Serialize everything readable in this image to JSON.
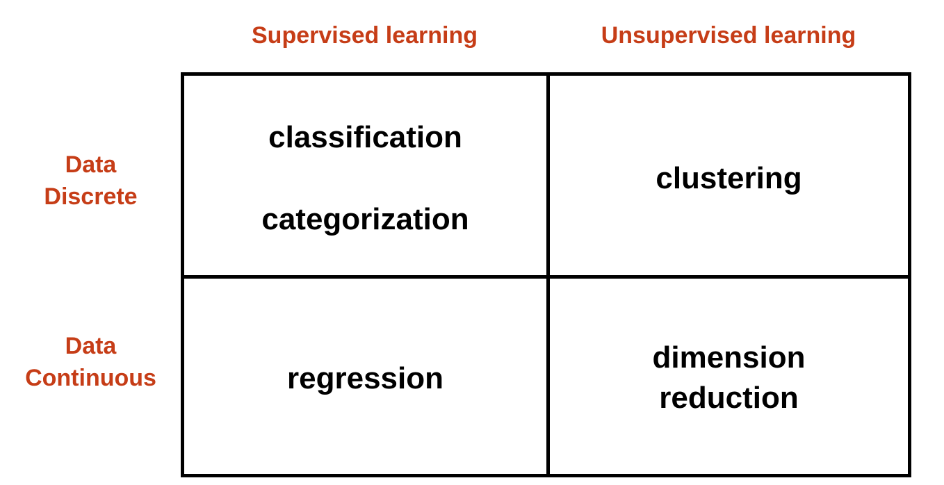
{
  "colors": {
    "header_accent": "#c63d17",
    "cell_text": "#000000",
    "grid_line": "#000000",
    "background": "#ffffff"
  },
  "columns": {
    "supervised": "Supervised learning",
    "unsupervised": "Unsupervised learning"
  },
  "rows": {
    "discrete": [
      "Data",
      "Discrete"
    ],
    "continuous": [
      "Data",
      "Continuous"
    ]
  },
  "cells": {
    "discrete_supervised": [
      "classification",
      "categorization"
    ],
    "discrete_unsupervised": [
      "clustering"
    ],
    "continuous_supervised": [
      "regression"
    ],
    "continuous_unsupervised": [
      "dimension",
      "reduction"
    ]
  }
}
